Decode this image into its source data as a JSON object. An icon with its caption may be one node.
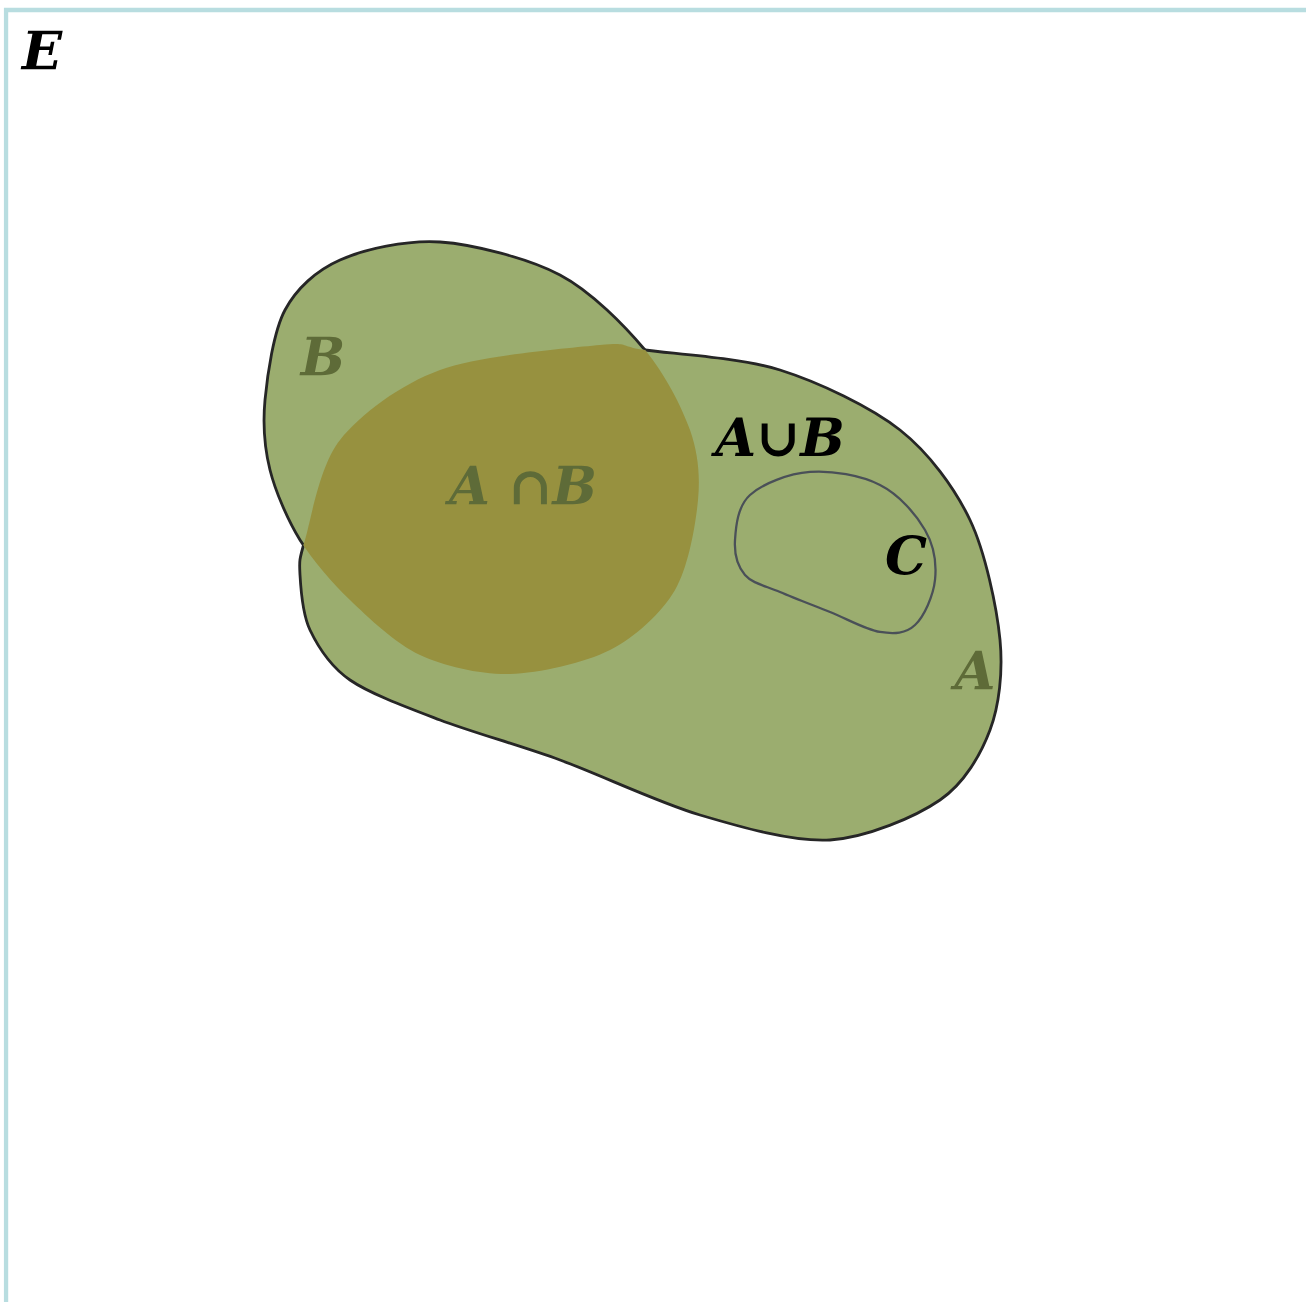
{
  "diagram": {
    "nodes": [
      {
        "text": [
          "E"
        ]
      },
      {
        "text": [
          "B"
        ],
        "in": 0
      },
      {
        "text": [
          "A"
        ],
        "in": 0
      },
      {
        "text": [
          "A ∩B"
        ],
        "in": 0
      },
      {
        "text": [
          "C"
        ],
        "in": 2
      }
    ],
    "labels": [
      "A∪B"
    ]
  }
}
